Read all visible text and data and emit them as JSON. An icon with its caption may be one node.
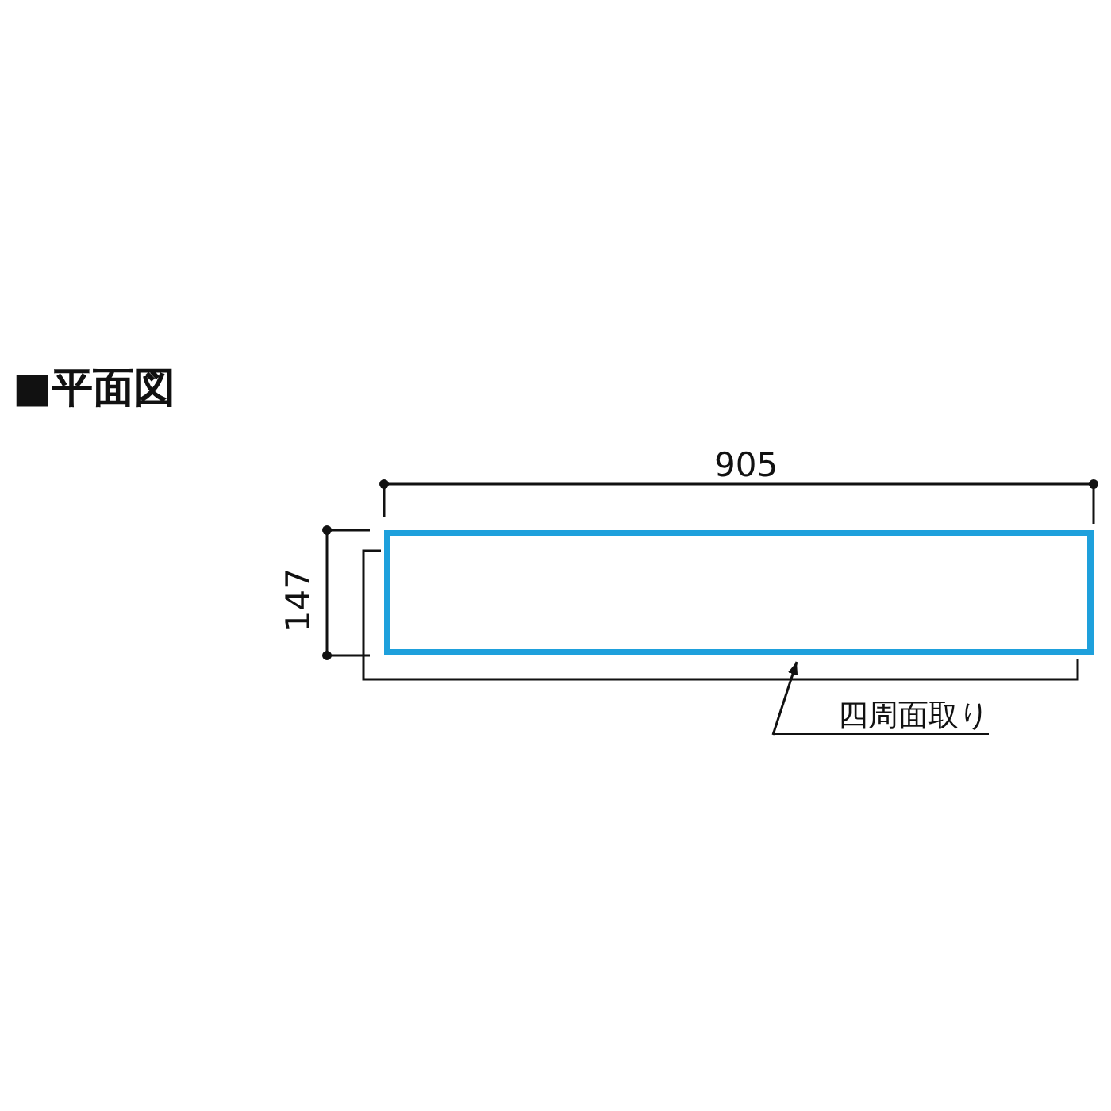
{
  "diagram": {
    "title": "■平面図",
    "nodes": [
      {
        "text": [
          "四周面取り"
        ]
      },
      {
        "text": [],
        "shape": "box"
      }
    ],
    "edges": [
      {
        "from": 0,
        "to": 1,
        "arrow": "to"
      }
    ],
    "labels": [
      "905",
      "147"
    ]
  }
}
